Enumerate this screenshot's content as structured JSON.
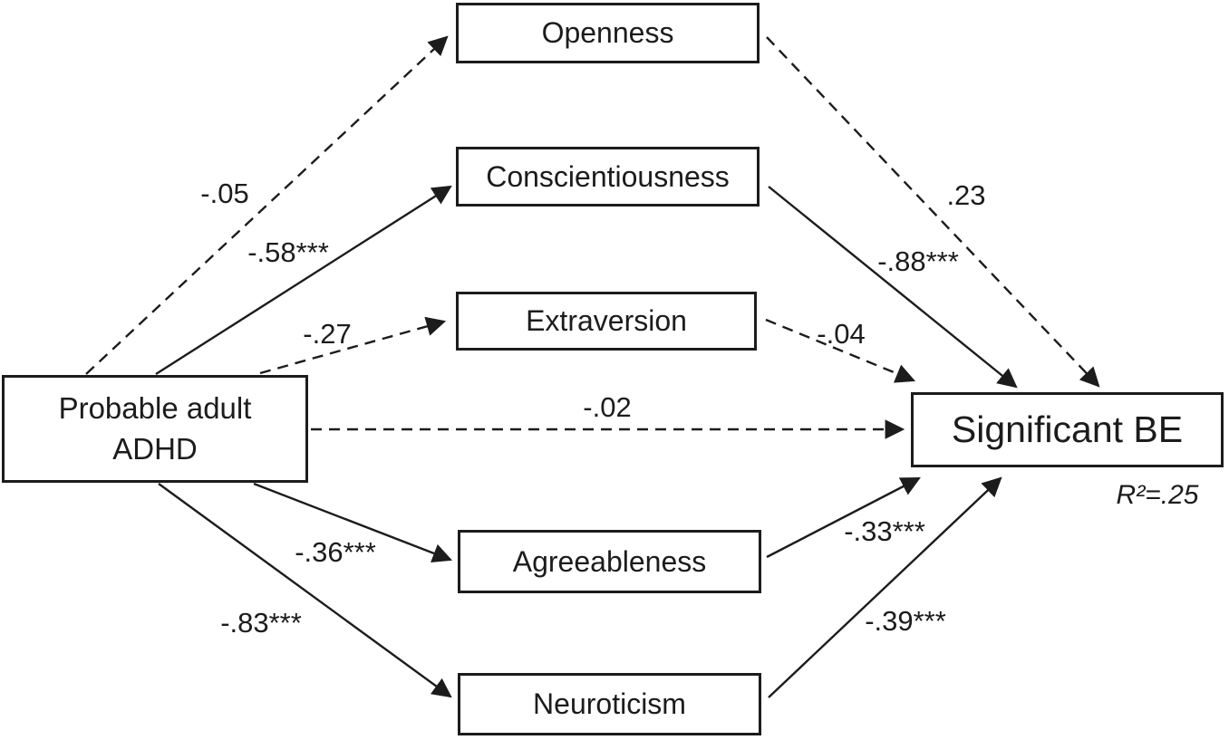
{
  "figure": {
    "type": "mediation-path-diagram",
    "predictor": {
      "label": "Probable adult\nADHD"
    },
    "outcome": {
      "label": "Significant BE",
      "r_squared": "R²=.25"
    },
    "mediators": [
      {
        "label": "Openness"
      },
      {
        "label": "Conscientiousness"
      },
      {
        "label": "Extraversion"
      },
      {
        "label": "Agreeableness"
      },
      {
        "label": "Neuroticism"
      }
    ],
    "paths": [
      {
        "from": "Probable adult ADHD",
        "to": "Openness",
        "coefficient": "-.05",
        "line": "dashed"
      },
      {
        "from": "Probable adult ADHD",
        "to": "Conscientiousness",
        "coefficient": "-.58***",
        "line": "solid"
      },
      {
        "from": "Probable adult ADHD",
        "to": "Extraversion",
        "coefficient": "-.27",
        "line": "dashed"
      },
      {
        "from": "Probable adult ADHD",
        "to": "Agreeableness",
        "coefficient": "-.36***",
        "line": "solid"
      },
      {
        "from": "Probable adult ADHD",
        "to": "Neuroticism",
        "coefficient": "-.83***",
        "line": "solid"
      },
      {
        "from": "Probable adult ADHD",
        "to": "Significant BE",
        "coefficient": "-.02",
        "line": "dashed"
      },
      {
        "from": "Openness",
        "to": "Significant BE",
        "coefficient": ".23",
        "line": "dashed"
      },
      {
        "from": "Conscientiousness",
        "to": "Significant BE",
        "coefficient": "-.88***",
        "line": "solid"
      },
      {
        "from": "Extraversion",
        "to": "Significant BE",
        "coefficient": "-.04",
        "line": "dashed"
      },
      {
        "from": "Agreeableness",
        "to": "Significant BE",
        "coefficient": "-.33***",
        "line": "solid"
      },
      {
        "from": "Neuroticism",
        "to": "Significant BE",
        "coefficient": "-.39***",
        "line": "solid"
      }
    ],
    "colors": {
      "line": "#1c1c1c",
      "text": "#1c1c1c",
      "box_border": "#1c1c1c",
      "background": "#ffffff"
    }
  }
}
